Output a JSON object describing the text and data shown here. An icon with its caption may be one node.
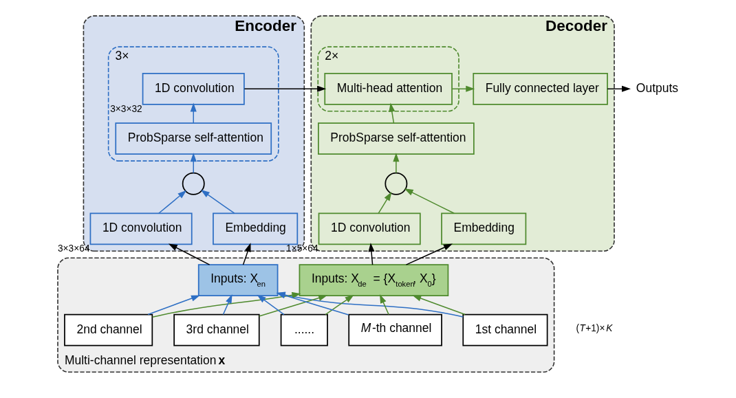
{
  "diagram": {
    "nodes": [
      {
        "text": [
          "Encoder"
        ]
      },
      {
        "text": [
          "3×"
        ],
        "in": 0
      },
      {
        "text": [
          "1D convolution"
        ],
        "in": 1,
        "beside": [
          "3×3×32"
        ]
      },
      {
        "text": [
          "ProbSparse self-attention"
        ],
        "in": 1
      },
      {
        "text": [],
        "shape": "circle",
        "in": 0
      },
      {
        "text": [
          "1D convolution"
        ],
        "in": 0,
        "beside": [
          "3×3×64"
        ]
      },
      {
        "text": [
          "Embedding"
        ],
        "in": 0
      },
      {
        "text": [
          "Decoder"
        ]
      },
      {
        "text": [
          "2×"
        ],
        "in": 7
      },
      {
        "text": [
          "Multi-head attention"
        ],
        "in": 8
      },
      {
        "text": [
          "Fully connected layer"
        ],
        "in": 7
      },
      {
        "text": [
          "ProbSparse self-attention"
        ],
        "in": 7
      },
      {
        "text": [],
        "shape": "circle",
        "in": 7
      },
      {
        "text": [
          "1D convolution"
        ],
        "in": 7,
        "beside": [
          "1×5×64"
        ]
      },
      {
        "text": [
          "Embedding"
        ],
        "in": 7
      },
      {
        "text": [
          "Outputs"
        ]
      },
      {
        "text": [
          "Multi-channel representation **x**"
        ]
      },
      {
        "text": [
          "Inputs: X$_{en}$"
        ],
        "in": 16
      },
      {
        "text": [
          "Inputs: X$_{de}$ = {X$_{token}$, X$_{0}$}"
        ],
        "in": 16
      },
      {
        "text": [
          "1st channel"
        ],
        "in": 16
      },
      {
        "text": [
          "2nd channel"
        ],
        "in": 16
      },
      {
        "text": [
          "3rd channel"
        ],
        "in": 16
      },
      {
        "text": [
          "......"
        ],
        "in": 16
      },
      {
        "text": [
          "*M*-th channel"
        ],
        "in": 16
      }
    ],
    "edges": [
      {
        "from": 19,
        "to": 17,
        "arrow": "to",
        "color": "#2e6fc4"
      },
      {
        "from": 20,
        "to": 17,
        "arrow": "to",
        "color": "#2e6fc4"
      },
      {
        "from": 21,
        "to": 17,
        "arrow": "to",
        "color": "#2e6fc4"
      },
      {
        "from": 22,
        "to": 17,
        "arrow": "to",
        "color": "#2e6fc4"
      },
      {
        "from": 23,
        "to": 17,
        "arrow": "to",
        "color": "#2e6fc4"
      },
      {
        "from": 19,
        "to": 18,
        "arrow": "to",
        "color": "#4f8a2e"
      },
      {
        "from": 20,
        "to": 18,
        "arrow": "to",
        "color": "#4f8a2e"
      },
      {
        "from": 21,
        "to": 18,
        "arrow": "to",
        "color": "#4f8a2e"
      },
      {
        "from": 22,
        "to": 18,
        "arrow": "to",
        "color": "#4f8a2e"
      },
      {
        "from": 23,
        "to": 18,
        "arrow": "to",
        "color": "#4f8a2e"
      },
      {
        "from": 17,
        "to": 5,
        "arrow": "to",
        "color": "#000000"
      },
      {
        "from": 17,
        "to": 6,
        "arrow": "to",
        "color": "#000000"
      },
      {
        "from": 18,
        "to": 13,
        "arrow": "to",
        "color": "#000000"
      },
      {
        "from": 18,
        "to": 14,
        "arrow": "to",
        "color": "#000000"
      },
      {
        "from": 5,
        "to": 4,
        "arrow": "to",
        "color": "#2e6fc4"
      },
      {
        "from": 6,
        "to": 4,
        "arrow": "to",
        "color": "#2e6fc4"
      },
      {
        "from": 4,
        "to": 3,
        "arrow": "to",
        "color": "#2e6fc4"
      },
      {
        "from": 3,
        "to": 2,
        "arrow": "to",
        "color": "#2e6fc4"
      },
      {
        "from": 2,
        "to": 9,
        "arrow": "to",
        "color": "#000000"
      },
      {
        "from": 13,
        "to": 12,
        "arrow": "to",
        "color": "#4f8a2e"
      },
      {
        "from": 14,
        "to": 12,
        "arrow": "to",
        "color": "#4f8a2e"
      },
      {
        "from": 12,
        "to": 11,
        "arrow": "to",
        "color": "#4f8a2e"
      },
      {
        "from": 11,
        "to": 9,
        "arrow": "to",
        "color": "#4f8a2e"
      },
      {
        "from": 9,
        "to": 10,
        "arrow": "to",
        "color": "#4f8a2e"
      },
      {
        "from": 10,
        "to": 15,
        "arrow": "to",
        "color": "#000000"
      }
    ],
    "labels": [
      "(*T*+1)×*K*"
    ]
  }
}
